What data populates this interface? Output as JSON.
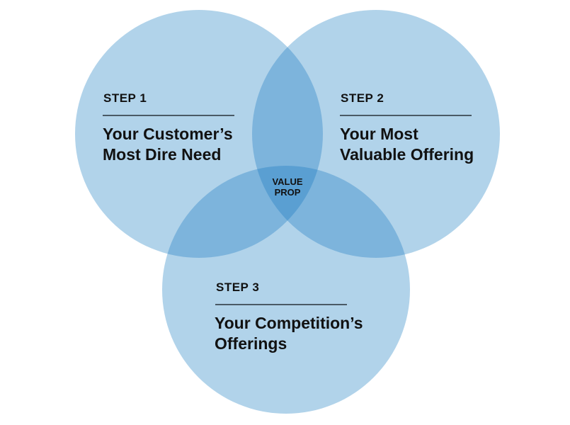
{
  "diagram": {
    "type": "venn",
    "colors": {
      "fill": "#b1d3ea",
      "overlap2": "#7db4dc",
      "overlap3": "#5a9fd2",
      "text": "#111111",
      "rule": "#4a5a66"
    },
    "circles": [
      {
        "step": "STEP 1",
        "title_line1": "Your Customer’s",
        "title_line2": "Most Dire Need"
      },
      {
        "step": "STEP 2",
        "title_line1": "Your Most",
        "title_line2": "Valuable Offering"
      },
      {
        "step": "STEP 3",
        "title_line1": "Your Competition’s",
        "title_line2": "Offerings"
      }
    ],
    "center": {
      "line1": "VALUE",
      "line2": "PROP"
    }
  }
}
